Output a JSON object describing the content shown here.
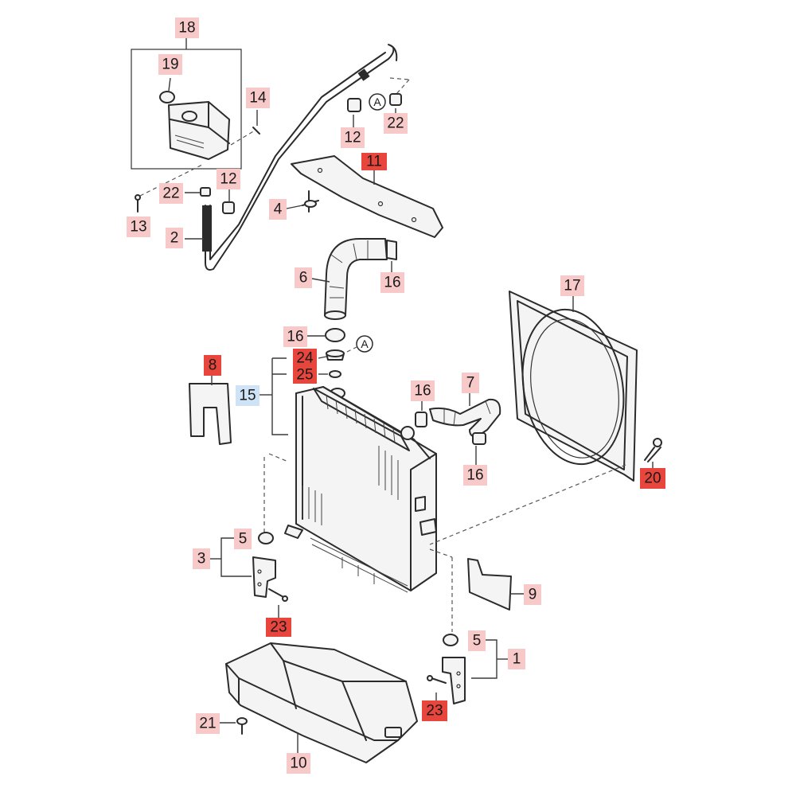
{
  "colors": {
    "callout_normal": "#f7c9c9",
    "callout_emphasis": "#e8453c",
    "callout_assembly": "#cfe3f7",
    "line": "#2b2b2b"
  },
  "reference_marks": [
    "A",
    "A"
  ],
  "callouts": [
    {
      "id": "c18",
      "label": "18",
      "style": "normal"
    },
    {
      "id": "c19",
      "label": "19",
      "style": "normal"
    },
    {
      "id": "c14",
      "label": "14",
      "style": "normal"
    },
    {
      "id": "c12a",
      "label": "12",
      "style": "normal"
    },
    {
      "id": "c22a",
      "label": "22",
      "style": "normal"
    },
    {
      "id": "c11",
      "label": "11",
      "style": "emphasis"
    },
    {
      "id": "c22b",
      "label": "22",
      "style": "normal"
    },
    {
      "id": "c12b",
      "label": "12",
      "style": "normal"
    },
    {
      "id": "c13",
      "label": "13",
      "style": "normal"
    },
    {
      "id": "c4",
      "label": "4",
      "style": "normal"
    },
    {
      "id": "c2",
      "label": "2",
      "style": "normal"
    },
    {
      "id": "c6",
      "label": "6",
      "style": "normal"
    },
    {
      "id": "c16a",
      "label": "16",
      "style": "normal"
    },
    {
      "id": "c17",
      "label": "17",
      "style": "normal"
    },
    {
      "id": "c16b",
      "label": "16",
      "style": "normal"
    },
    {
      "id": "c24",
      "label": "24",
      "style": "emphasis"
    },
    {
      "id": "c25",
      "label": "25",
      "style": "emphasis"
    },
    {
      "id": "c8",
      "label": "8",
      "style": "emphasis"
    },
    {
      "id": "c15",
      "label": "15",
      "style": "assembly"
    },
    {
      "id": "c16c",
      "label": "16",
      "style": "normal"
    },
    {
      "id": "c7",
      "label": "7",
      "style": "normal"
    },
    {
      "id": "c16d",
      "label": "16",
      "style": "normal"
    },
    {
      "id": "c20",
      "label": "20",
      "style": "emphasis"
    },
    {
      "id": "c5a",
      "label": "5",
      "style": "normal"
    },
    {
      "id": "c3",
      "label": "3",
      "style": "normal"
    },
    {
      "id": "c23a",
      "label": "23",
      "style": "emphasis"
    },
    {
      "id": "c9",
      "label": "9",
      "style": "normal"
    },
    {
      "id": "c5b",
      "label": "5",
      "style": "normal"
    },
    {
      "id": "c1",
      "label": "1",
      "style": "normal"
    },
    {
      "id": "c23b",
      "label": "23",
      "style": "emphasis"
    },
    {
      "id": "c21",
      "label": "21",
      "style": "normal"
    },
    {
      "id": "c10",
      "label": "10",
      "style": "normal"
    }
  ]
}
